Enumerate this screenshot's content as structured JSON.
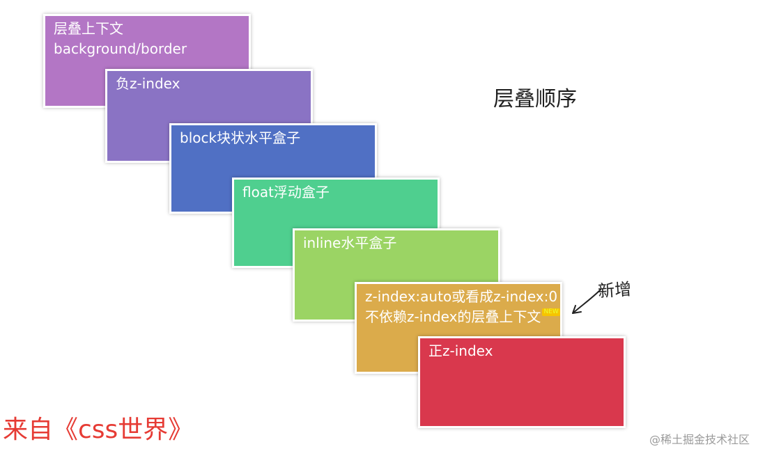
{
  "title": "层叠顺序",
  "source_note": "来自《css世界》",
  "watermark": "@稀土掘金技术社区",
  "annotation": {
    "text": "新增",
    "badge": "NEW"
  },
  "layers": [
    {
      "lines": [
        "层叠上下文",
        "background/border"
      ],
      "color": "#b376c5"
    },
    {
      "lines": [
        "负z-index"
      ],
      "color": "#8a73c4"
    },
    {
      "lines": [
        "block块状水平盒子"
      ],
      "color": "#5070c4"
    },
    {
      "lines": [
        "float浮动盒子"
      ],
      "color": "#4fcf8f"
    },
    {
      "lines": [
        "inline水平盒子"
      ],
      "color": "#9bd464"
    },
    {
      "lines": [
        "z-index:auto或看成z-index:0",
        "不依赖z-index的层叠上下文"
      ],
      "color": "#dbab4b"
    },
    {
      "lines": [
        "正z-index"
      ],
      "color": "#d9384d"
    }
  ]
}
